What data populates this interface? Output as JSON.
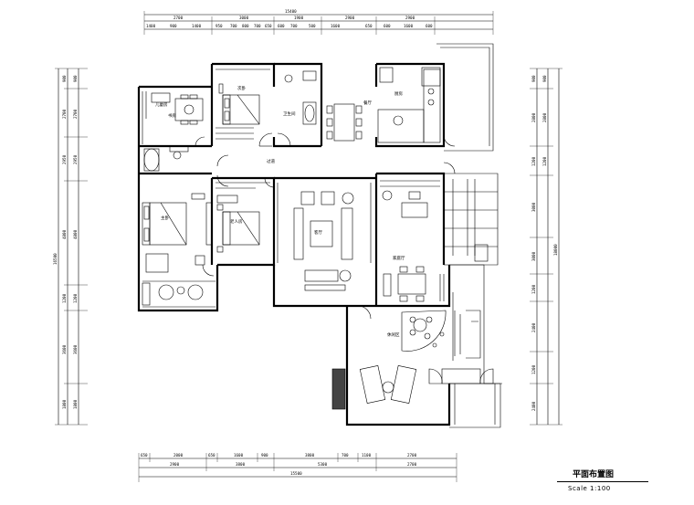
{
  "drawing": {
    "title": "平面布置图",
    "scale": "Scale 1:100"
  },
  "dims": {
    "top_total": "15400",
    "top_row1": [
      "2700",
      "3000",
      "1900",
      "2900",
      "2900"
    ],
    "top_row2": [
      "1400",
      "900",
      "1400",
      "950",
      "700",
      "800",
      "700",
      "650",
      "600",
      "700",
      "500",
      "1600",
      "650",
      "600",
      "1600",
      "600"
    ],
    "bottom_row1": [
      "650",
      "2000",
      "650",
      "1600",
      "900",
      "3800",
      "700",
      "1100",
      "2700"
    ],
    "bottom_row2": [
      "2900",
      "3800",
      "5300",
      "2700"
    ],
    "bottom_total": "15500",
    "left_total": "16500",
    "left_rows": [
      "900",
      "2700",
      "2950",
      "4800",
      "1200",
      "3600",
      "1800"
    ],
    "right_total": "18000",
    "right_rows": [
      "900",
      "2800",
      "1200",
      "3000",
      "3000",
      "1200",
      "2400",
      "1200",
      "2400"
    ]
  },
  "rooms": {
    "guest": "儿童房",
    "study": "书房",
    "bedroom2": "次卧",
    "bath": "卫生间",
    "dining": "餐厅",
    "kitchen": "厨房",
    "hall": "过道",
    "master": "主卧",
    "bedroom3": "老人房",
    "living": "客厅",
    "family": "家庭厅",
    "tea": "休闲区"
  }
}
